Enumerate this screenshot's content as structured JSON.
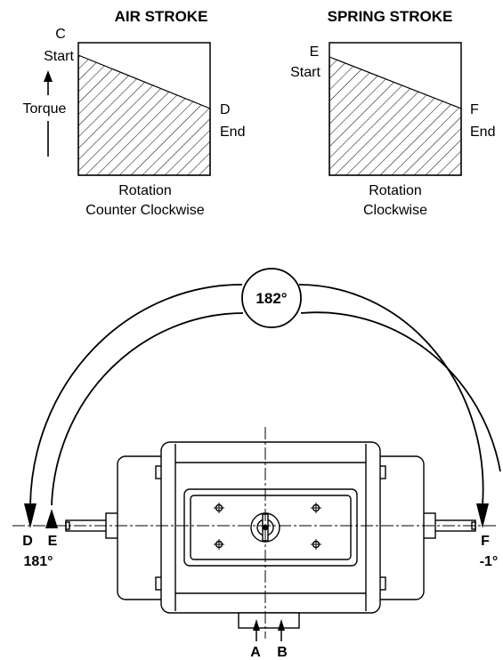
{
  "air_stroke": {
    "title": "AIR STROKE",
    "start_letter": "C",
    "start_label": "Start",
    "torque_label": "Torque",
    "end_letter": "D",
    "end_label": "End",
    "rotation_label": "Rotation",
    "direction_label": "Counter Clockwise"
  },
  "spring_stroke": {
    "title": "SPRING STROKE",
    "start_letter": "E",
    "start_label": "Start",
    "end_letter": "F",
    "end_label": "End",
    "rotation_label": "Rotation",
    "direction_label": "Clockwise"
  },
  "actuator": {
    "arc_angle": "182°",
    "left_marker_d": "D",
    "left_marker_e": "E",
    "left_angle": "181°",
    "right_marker_f": "F",
    "right_angle": "-1°",
    "port_a": "A",
    "port_b": "B"
  }
}
